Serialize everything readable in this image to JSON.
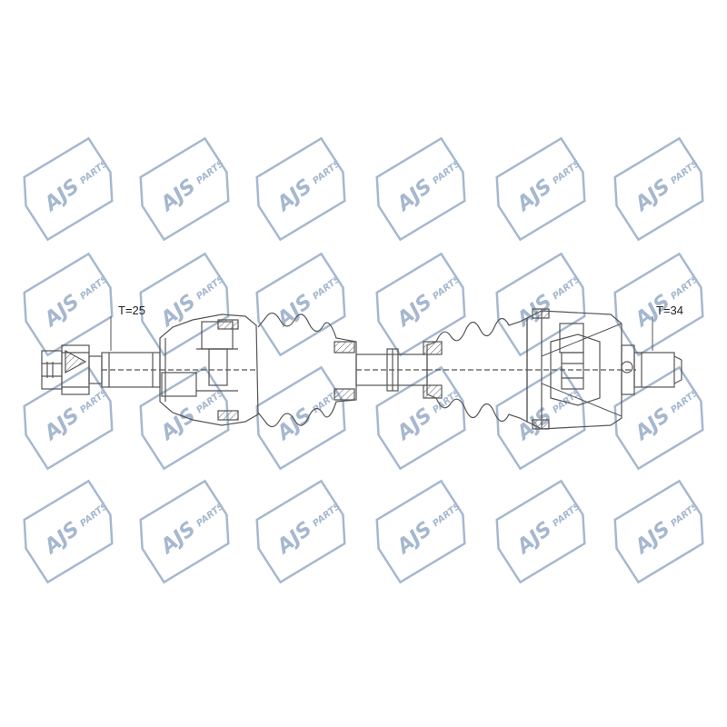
{
  "diagram": {
    "left_spline_label": "T=25",
    "right_spline_label": "T=34"
  },
  "watermark": {
    "brand": "AJS",
    "sub": "PARTS",
    "color": "#5d7fa8"
  },
  "colors": {
    "line": "#555555",
    "hatch": "#666666"
  }
}
